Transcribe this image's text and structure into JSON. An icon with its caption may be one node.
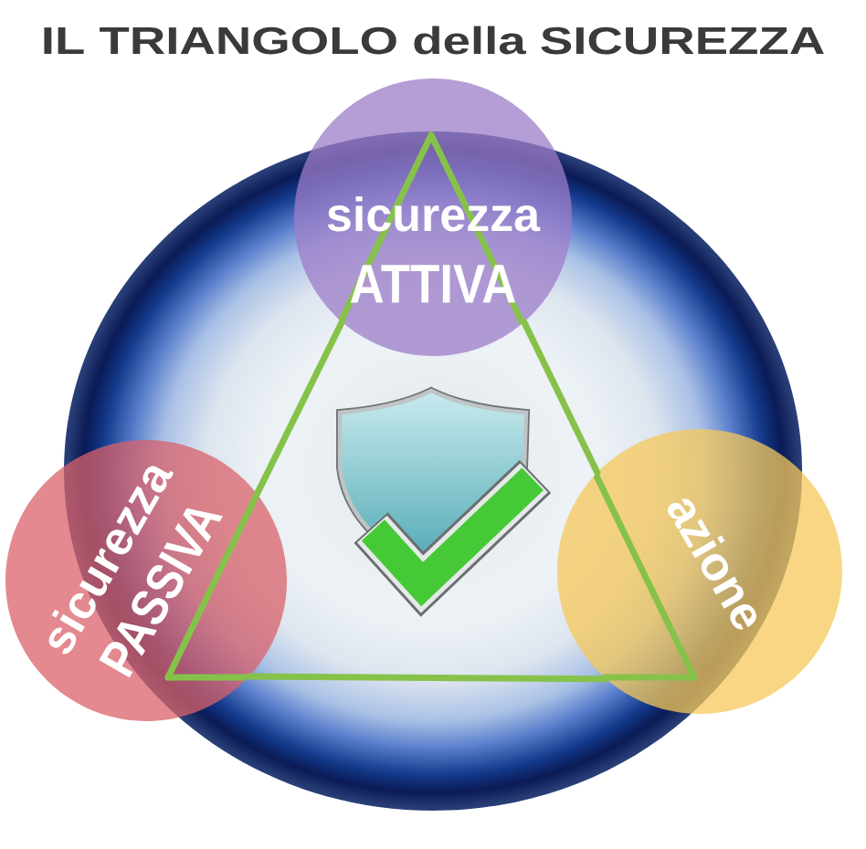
{
  "diagram": {
    "title": "IL TRIANGOLO della SICUREZZA",
    "nodes": [
      {
        "text": [
          "sicurezza",
          "ATTIVA"
        ]
      },
      {
        "text": [
          "sicurezza",
          "PASSIVA"
        ]
      },
      {
        "text": [
          "azione"
        ]
      }
    ],
    "edges": [
      {
        "from": 0,
        "to": 1,
        "arrow": "none"
      },
      {
        "from": 1,
        "to": 2,
        "arrow": "none"
      },
      {
        "from": 2,
        "to": 0,
        "arrow": "none"
      }
    ]
  }
}
